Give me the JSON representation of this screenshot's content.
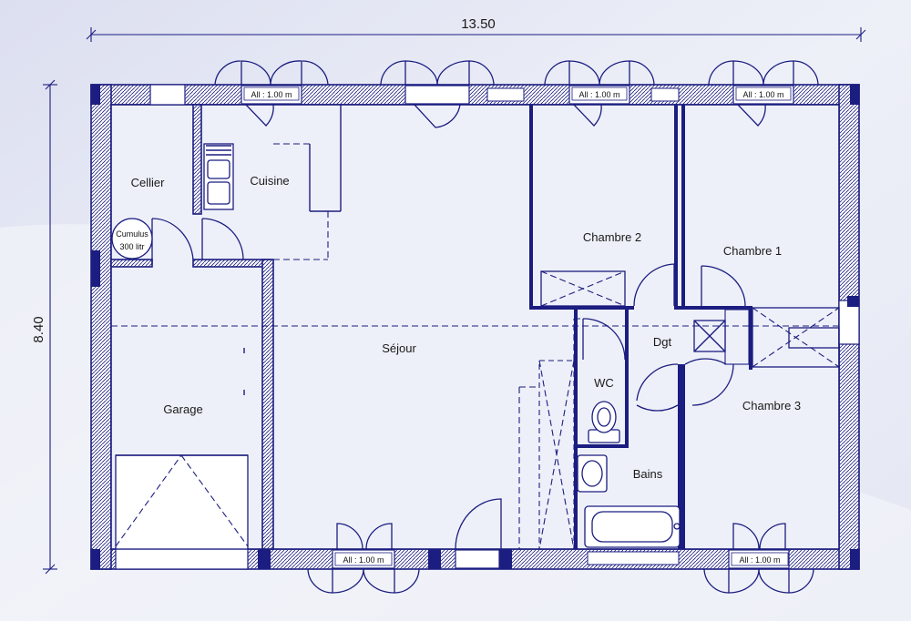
{
  "dimensions": {
    "width_label": "13.50",
    "height_label": "8.40"
  },
  "rooms": {
    "cellier": "Cellier",
    "cuisine": "Cuisine",
    "cumulus_line1": "Cumulus",
    "cumulus_line2": "300 litr",
    "sejour": "Séjour",
    "garage": "Garage",
    "chambre1": "Chambre 1",
    "chambre2": "Chambre 2",
    "chambre3": "Chambre 3",
    "dgt": "Dgt",
    "wc": "WC",
    "bains": "Bains"
  },
  "window_labels": {
    "top_1": "All : 1.00 m",
    "top_2": "All : 1.00 m",
    "top_3": "All : 1.00 m",
    "bottom_1": "All : 1.00 m",
    "bottom_2": "All : 1.00 m"
  },
  "colors": {
    "line": "#1b1d80",
    "background": "#e9ebf6"
  }
}
